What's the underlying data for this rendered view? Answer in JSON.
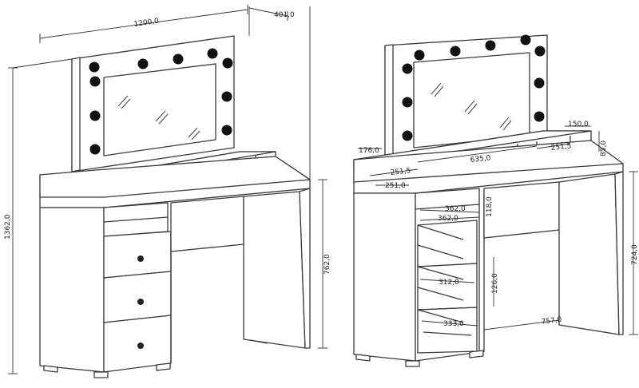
{
  "left_view": {
    "dims": {
      "width": "1200,0",
      "depth": "401,0",
      "height_total": "1362,0",
      "height_table": "762,0"
    }
  },
  "right_view": {
    "dims": {
      "shelf_depth": "176,0",
      "shelf_w": "635,0",
      "shelf_side_r": "251,5",
      "shelf_side_l": "251,5",
      "shelf_side_end": "150,0",
      "shelf_h": "85,0",
      "shelf_inner": "251,0",
      "drawer_top_w": "362,0",
      "drawer_w2": "362,0",
      "drawer_h1": "118,0",
      "drawer_h2": "126,0",
      "drawer_mid_w": "312,0",
      "drawer_bottom_w": "333,0",
      "knee_w": "757,0",
      "table_h": "724,0"
    }
  }
}
